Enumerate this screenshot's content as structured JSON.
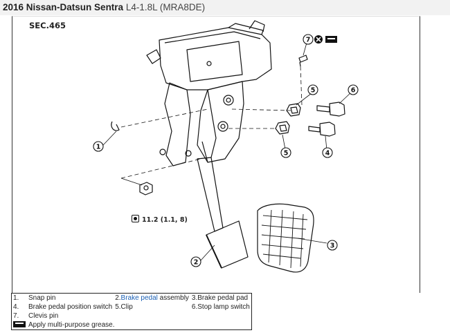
{
  "header": {
    "make_model": "2016 Nissan-Datsun Sentra",
    "engine": "L4-1.8L (MRA8DE)"
  },
  "diagram": {
    "section": "SEC.465",
    "torque_spec": "11.2 (1.1, 8)",
    "callouts": [
      "1",
      "2",
      "3",
      "4",
      "5",
      "5",
      "6",
      "7"
    ]
  },
  "legend": {
    "rows": [
      {
        "n1": "1.",
        "t1": "Snap pin",
        "n2": "2.",
        "t2_link": "Brake pedal",
        "t2_rest": " assembly",
        "n3": "3.",
        "t3": "Brake pedal pad"
      },
      {
        "n1": "4.",
        "t1": "Brake pedal position switch",
        "n2": "5.",
        "t2": "Clip",
        "n3": "6.",
        "t3": "Stop lamp switch"
      },
      {
        "n1": "7.",
        "t1": "Clevis pin"
      }
    ],
    "grease_note": "Apply multi-purpose grease.",
    "grease_icon": "grease-icon"
  }
}
